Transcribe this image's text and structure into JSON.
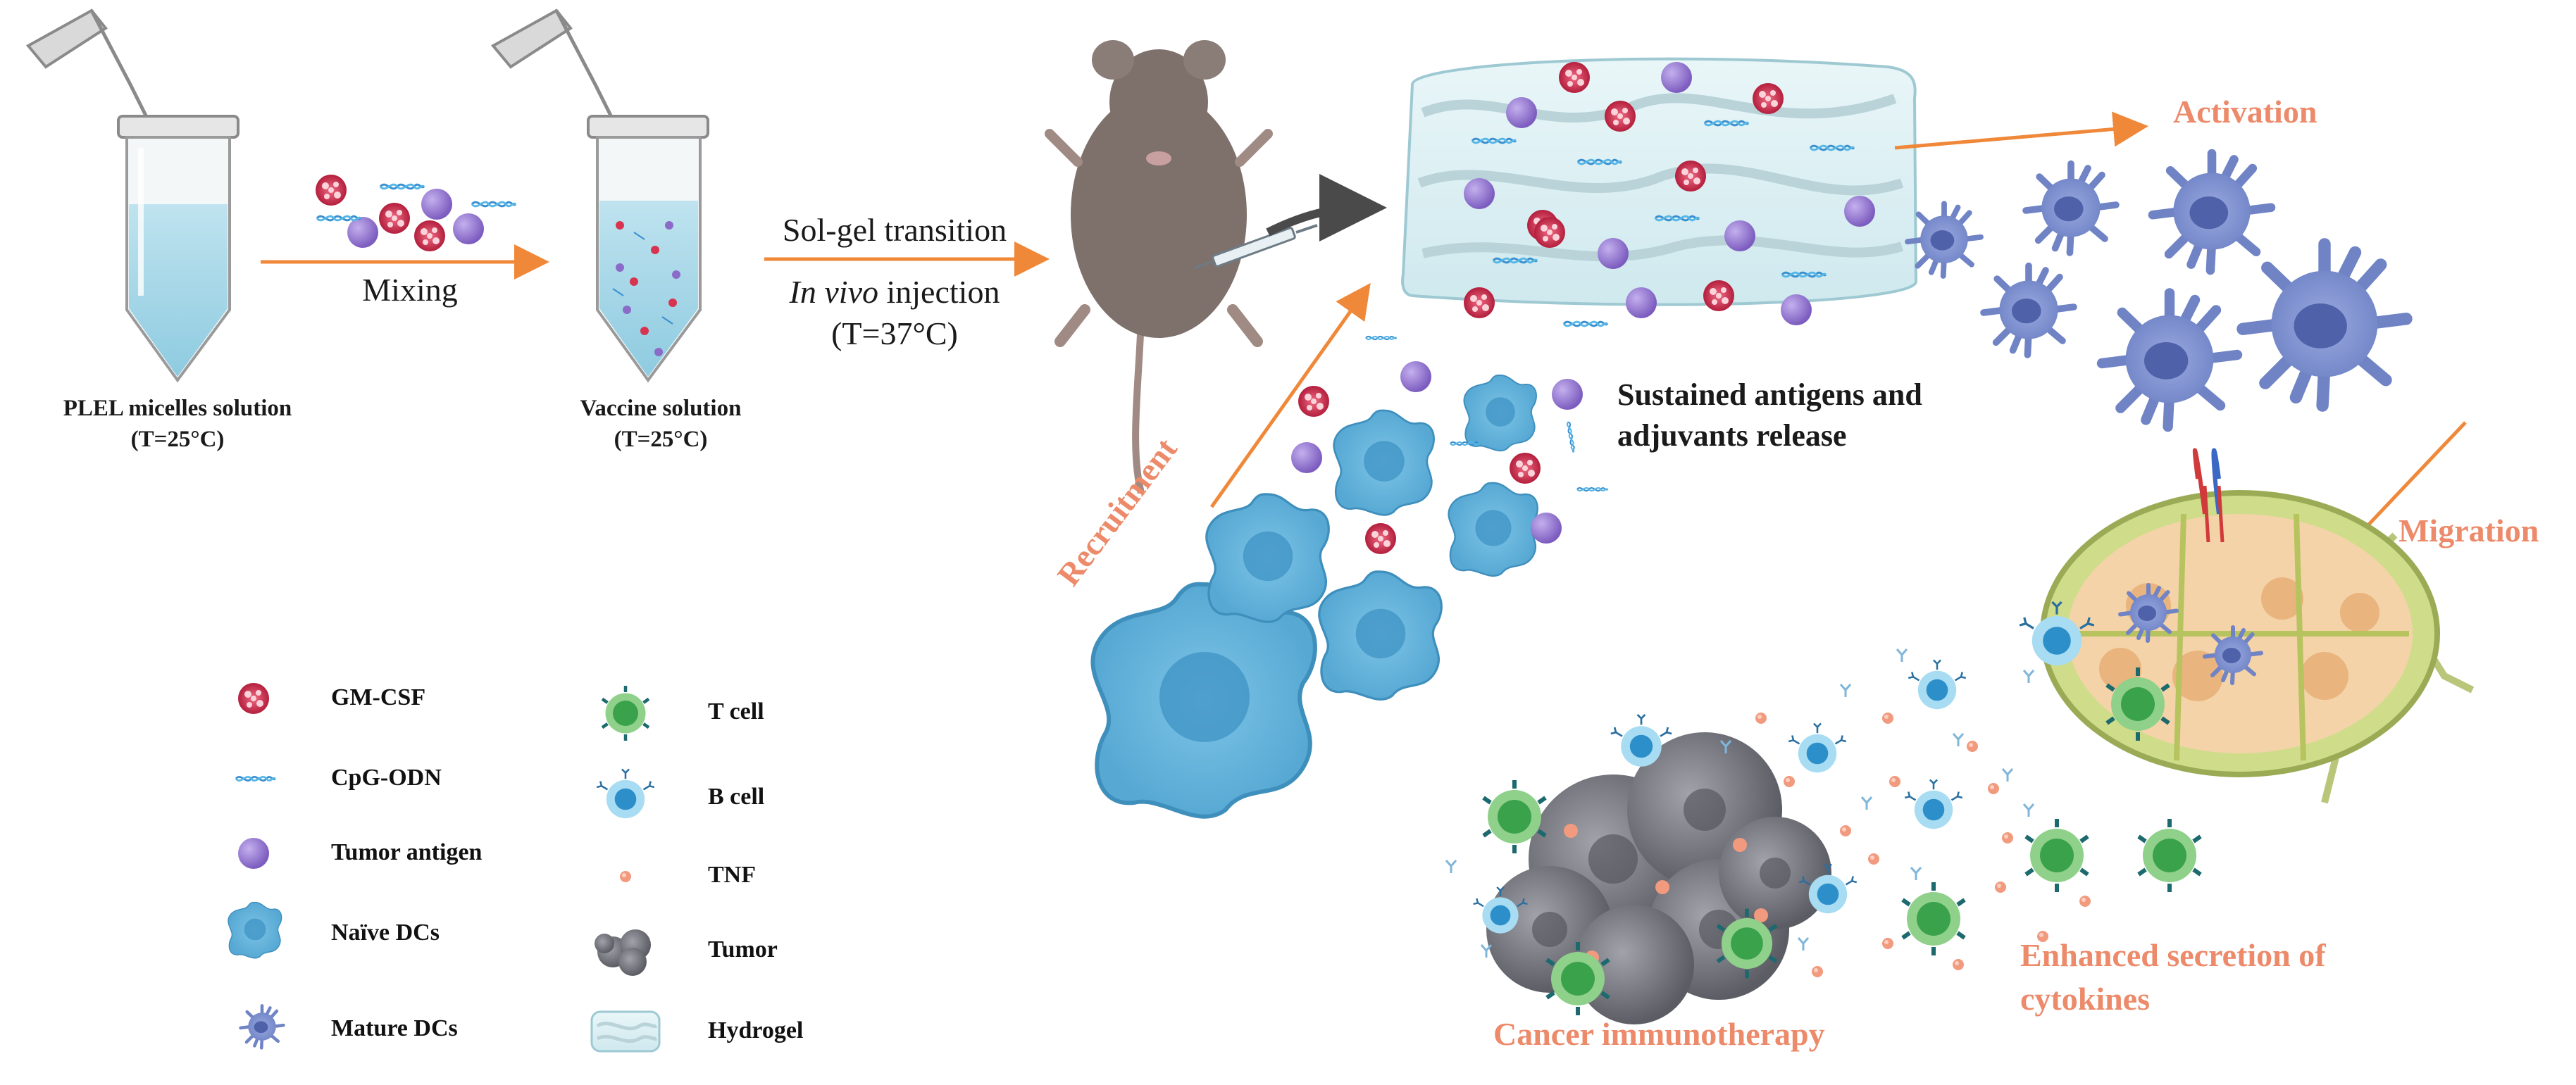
{
  "colors": {
    "arrow": "#f0883a",
    "dc_blue": "#5aaed6",
    "mature_dc": "#7f93cf",
    "tcell": "#3aa24a",
    "bcell": "#3fa9dd",
    "tnf": "#f29a7e",
    "tumor": "#7b7b83",
    "gmcsf": "#d8344f",
    "antigen": "#9b7fd1",
    "hydrogel": "#d7eef2",
    "label_accent": "#ec8a6a"
  },
  "steps": {
    "mixing": "Mixing",
    "solgel": "Sol-gel transition",
    "injection_italic": "In vivo",
    "injection_rest": " injection",
    "temp37": "(T=37°C)"
  },
  "tubes": {
    "plel_title": "PLEL micelles solution",
    "plel_temp": "(T=25°C)",
    "vaccine_title": "Vaccine solution",
    "vaccine_temp": "(T=25°C)"
  },
  "labels": {
    "release_line1": "Sustained antigens and",
    "release_line2": "adjuvants release",
    "activation": "Activation",
    "migration": "Migration",
    "recruitment": "Recruitment",
    "secretion_line1": "Enhanced secretion of",
    "secretion_line2": "cytokines",
    "immunotherapy": "Cancer immunotherapy"
  },
  "legend": {
    "left": [
      "GM-CSF",
      "CpG-ODN",
      "Tumor antigen",
      "Naïve DCs",
      "Mature DCs"
    ],
    "right": [
      "T cell",
      "B cell",
      "TNF",
      "Tumor",
      "Hydrogel"
    ]
  }
}
